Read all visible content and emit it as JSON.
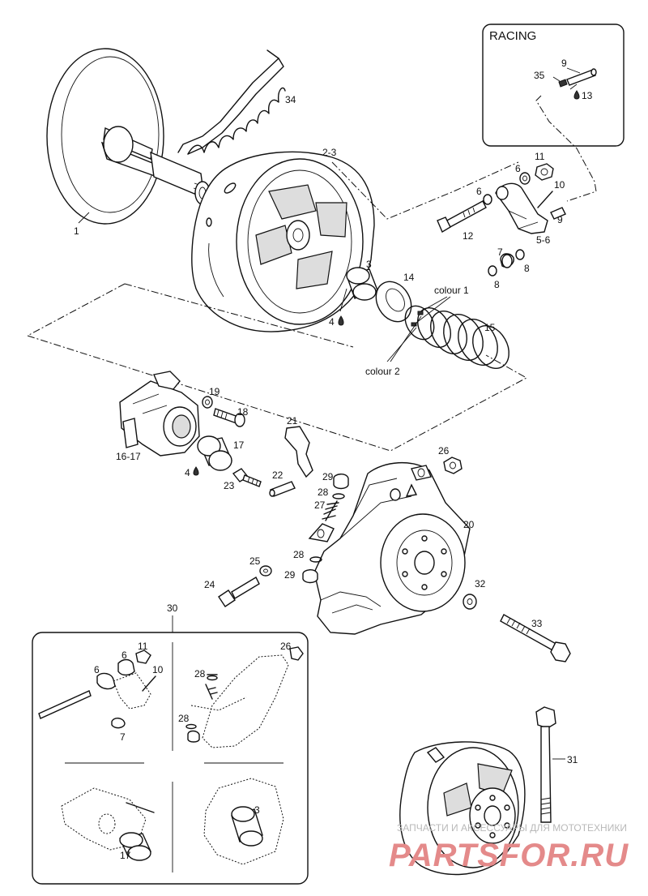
{
  "racing_box": {
    "title": "RACING"
  },
  "labels": {
    "p1": "1",
    "p2_3": "2-3",
    "p3": "3",
    "p4a": "4",
    "p4b": "4",
    "p5_6": "5-6",
    "p6a": "6",
    "p6b": "6",
    "p7": "7",
    "p8a": "8",
    "p8b": "8",
    "p9a": "9",
    "p9b": "9",
    "p10": "10",
    "p11": "11",
    "p12": "12",
    "p13": "13",
    "p14": "14",
    "p15": "15",
    "p16_17": "16-17",
    "p17": "17",
    "p18": "18",
    "p19": "19",
    "p20": "20",
    "p21": "21",
    "p22": "22",
    "p23": "23",
    "p24": "24",
    "p25": "25",
    "p26": "26",
    "p27": "27",
    "p28a": "28",
    "p28b": "28",
    "p29a": "29",
    "p29b": "29",
    "p30": "30",
    "p31": "31",
    "p32": "32",
    "p33": "33",
    "p34": "34",
    "p35": "35",
    "colour1": "colour 1",
    "colour2": "colour 2"
  },
  "inset_labels": {
    "i6a": "6",
    "i6b": "6",
    "i7": "7",
    "i10": "10",
    "i11": "11",
    "i26": "26",
    "i28a": "28",
    "i28b": "28",
    "i3": "3",
    "i17": "17"
  },
  "watermark": {
    "line1": "ЗАПЧАСТИ И АКСЕССУАРЫ ДЛЯ МОТОТЕХНИКИ",
    "line2": "PARTSFOR.RU"
  }
}
